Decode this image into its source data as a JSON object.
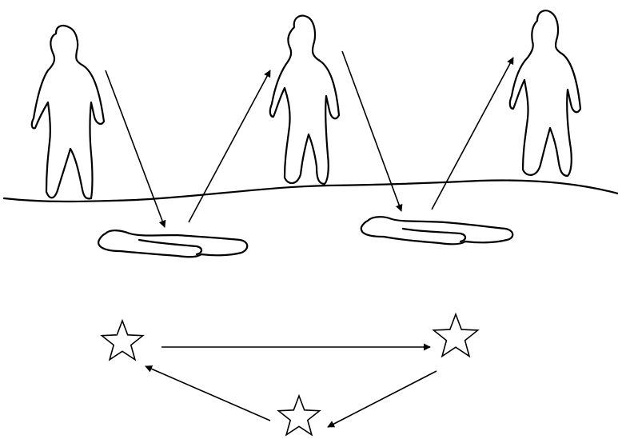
{
  "diagram": {
    "ink_color": "#000000",
    "background_color": "#ffffff",
    "elements": {
      "standing_figures": 3,
      "lying_figures": 2,
      "stars": 3
    }
  }
}
